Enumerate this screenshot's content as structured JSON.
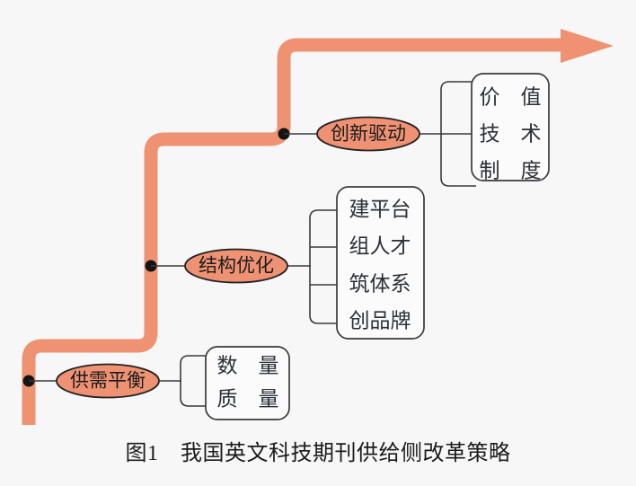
{
  "figure": {
    "caption": "图1　我国英文科技期刊供给侧改革策略",
    "background_color": "#f7f7f7",
    "arrow_color": "#ee9272",
    "node_fill_color": "#ef9273",
    "outline_color": "#2b2f36",
    "text_color": "#1b1b1b"
  },
  "branches": [
    {
      "id": "innovation-drive",
      "node_label": "创新驱动",
      "leaves": [
        "价　值",
        "技　术",
        "制　度"
      ]
    },
    {
      "id": "structure-optimization",
      "node_label": "结构优化",
      "leaves": [
        "建平台",
        "组人才",
        "筑体系",
        "创品牌"
      ]
    },
    {
      "id": "supply-demand-balance",
      "node_label": "供需平衡",
      "leaves": [
        "数　量",
        "质　量"
      ]
    }
  ]
}
